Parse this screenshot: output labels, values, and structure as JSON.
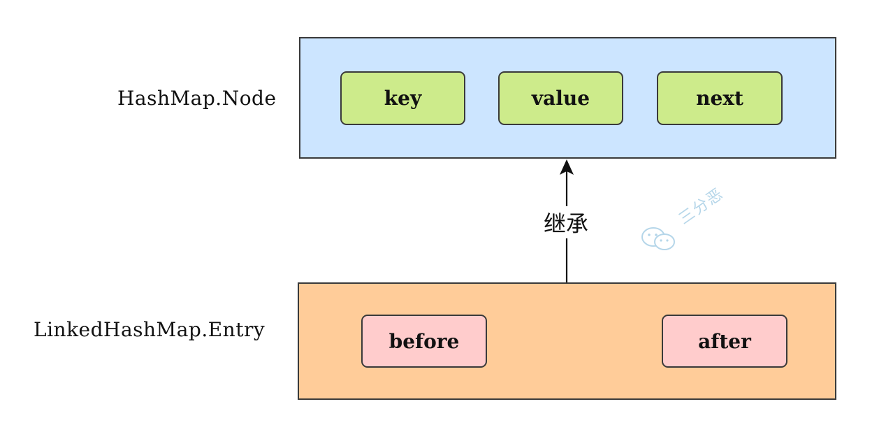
{
  "diagram": {
    "parent": {
      "label": "HashMap.Node",
      "fields": [
        "key",
        "value",
        "next"
      ],
      "fill_color": "#cce5ff",
      "field_color": "#cdeb8b"
    },
    "child": {
      "label": "LinkedHashMap.Entry",
      "fields": [
        "before",
        "after"
      ],
      "fill_color": "#ffcc99",
      "field_color": "#ffcccc"
    },
    "relation": {
      "label": "继承",
      "direction": "child-to-parent"
    }
  },
  "watermark": {
    "text": "三分恶",
    "icon": "wechat-icon",
    "color": "#a9cfe6"
  }
}
